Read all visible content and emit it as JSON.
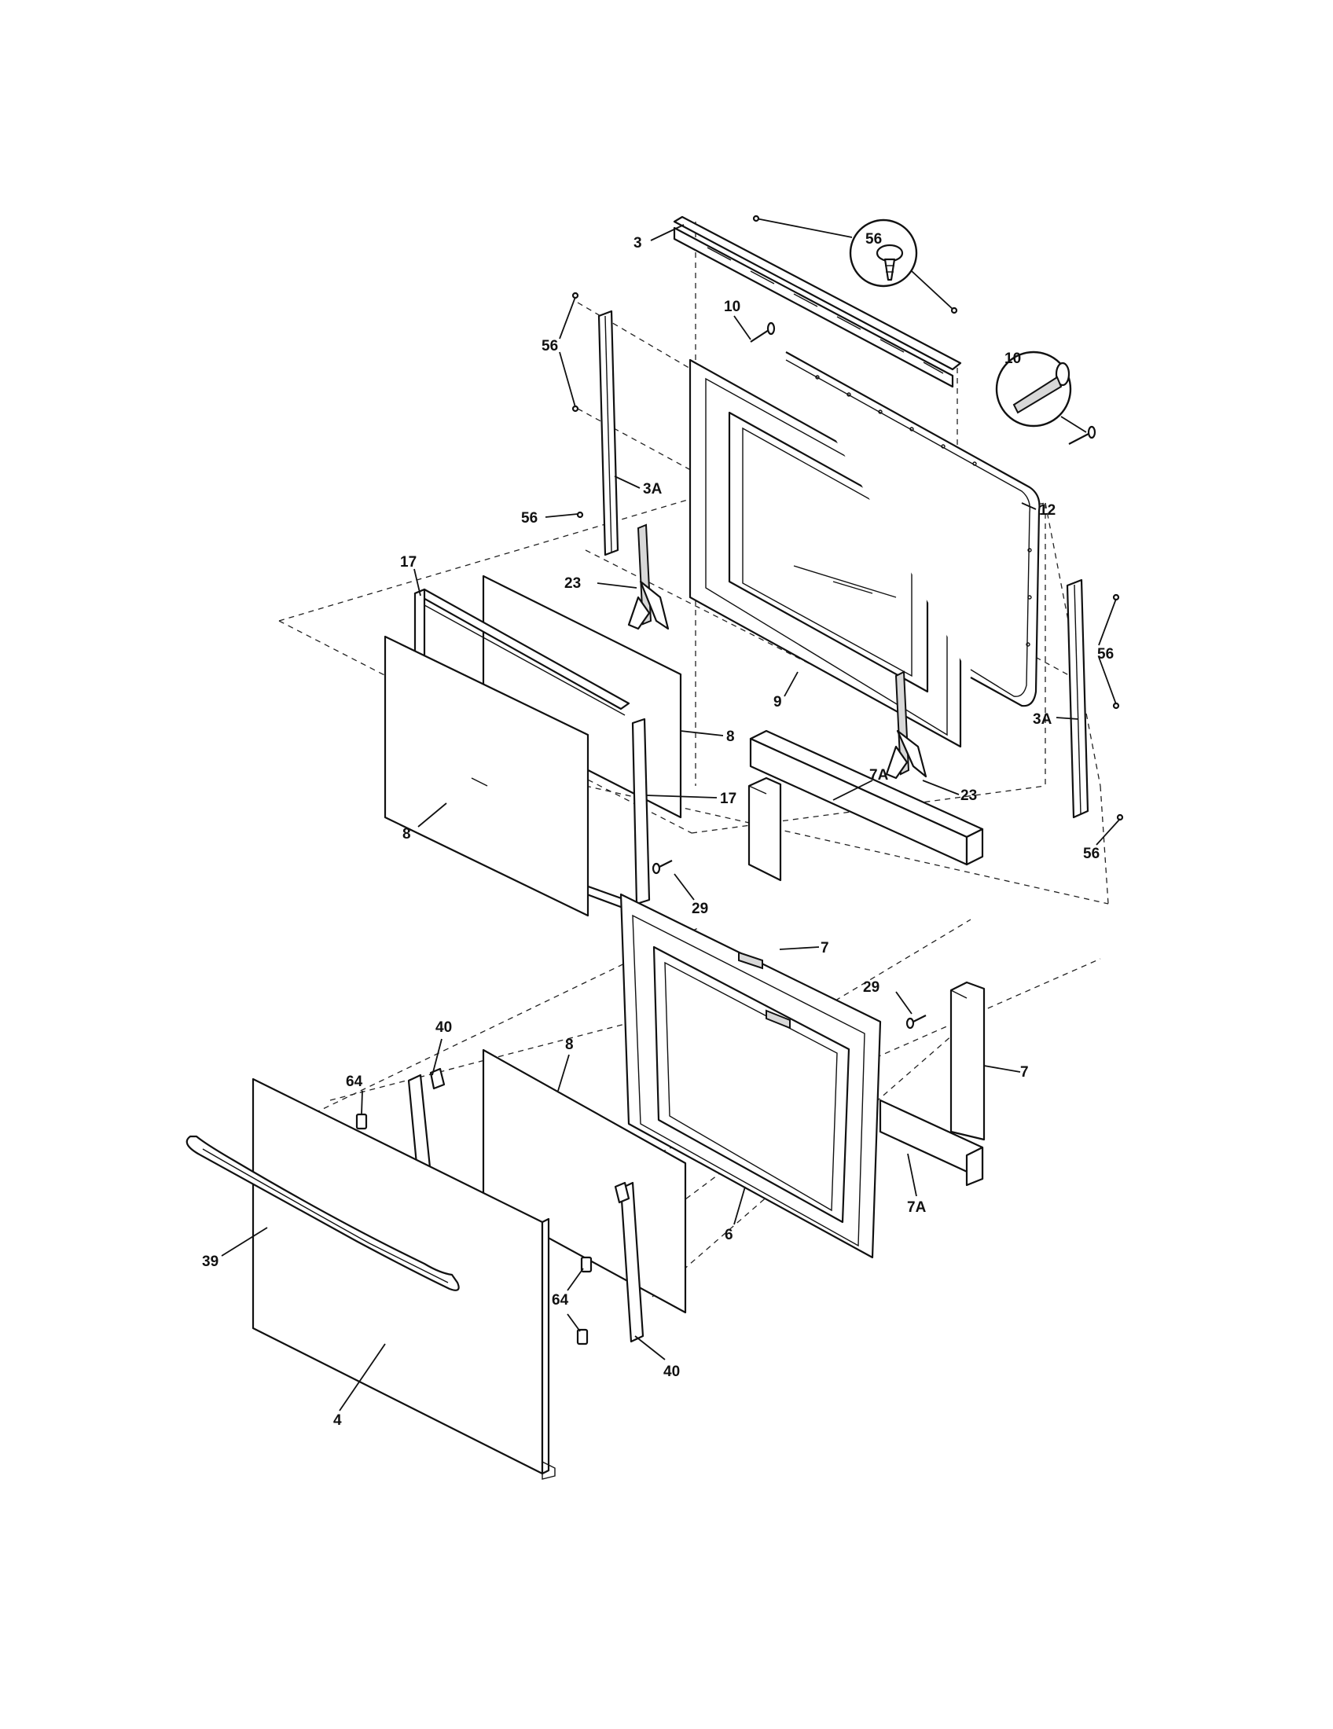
{
  "callouts": {
    "c3": "3",
    "c56_zoom": "56",
    "c10_top": "10",
    "c10_zoom": "10",
    "c56_left": "56",
    "c3a_left": "3A",
    "c12": "12",
    "c56_mid": "56",
    "c17_top": "17",
    "c23_left": "23",
    "c9": "9",
    "c56_right": "56",
    "c8_right": "8",
    "c3a_right": "3A",
    "c17_right": "17",
    "c23_right": "23",
    "c8_left": "8",
    "c56_bottom": "56",
    "c7a_top": "7A",
    "c29_left": "29",
    "c7_top": "7",
    "c29_right": "29",
    "c40_top": "40",
    "c8_bottom": "8",
    "c7_right": "7",
    "c64_top": "64",
    "c6": "6",
    "c7a_bottom": "7A",
    "c39": "39",
    "c64_bottom": "64",
    "c40_bottom": "40",
    "c4": "4"
  },
  "icons": {
    "screw": "screw-icon",
    "bolt": "bolt-icon"
  }
}
